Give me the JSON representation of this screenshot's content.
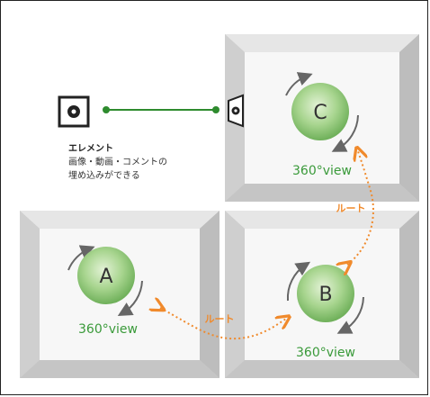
{
  "element_legend": {
    "title": "エレメント",
    "line1": "画像・動画・コメントの",
    "line2": "埋め込みができる"
  },
  "rooms": [
    {
      "name": "C",
      "caption": "360°view"
    },
    {
      "name": "A",
      "caption": "360°view"
    },
    {
      "name": "B",
      "caption": "360°view"
    }
  ],
  "routes": [
    {
      "label": "ルート"
    },
    {
      "label": "ルート"
    }
  ],
  "colors": {
    "route": "#f08a2c",
    "element_line": "#2e8b2e",
    "caption": "#3a9a3a"
  }
}
